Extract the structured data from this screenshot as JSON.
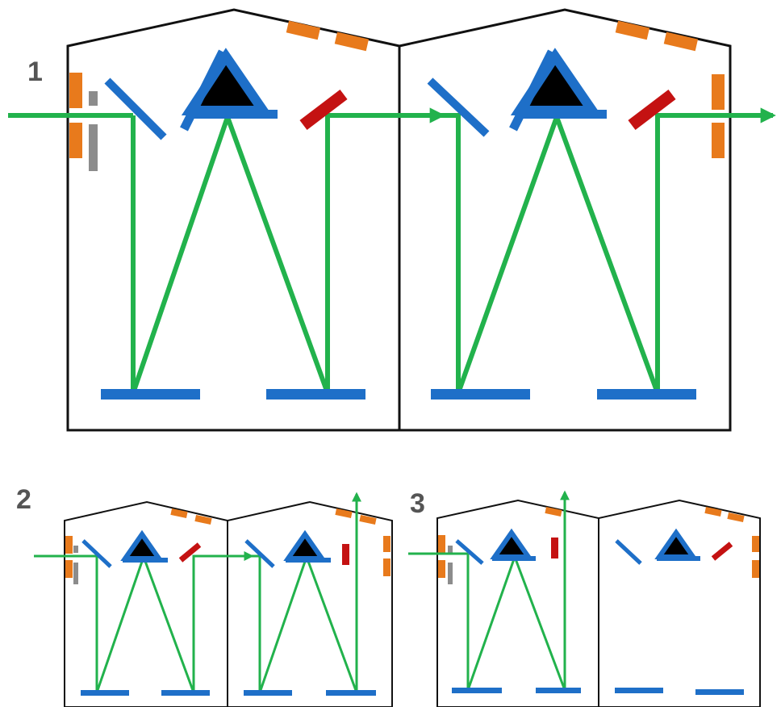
{
  "panels": [
    {
      "id": "1",
      "label": "1"
    },
    {
      "id": "2",
      "label": "2"
    },
    {
      "id": "3",
      "label": "3"
    }
  ],
  "colors": {
    "beam": "#22b24c",
    "mirror": "#1e6fc8",
    "prism": "#000000",
    "folding_mirror": "#c41212",
    "window": "#e87a1c",
    "shutter": "#8c8c8c",
    "enclosure": "#111111"
  }
}
